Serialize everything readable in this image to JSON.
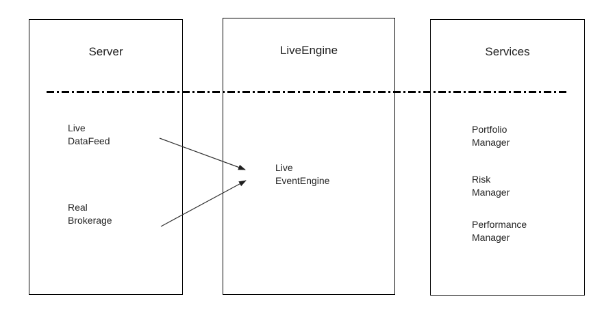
{
  "colors": {
    "background": "#ffffff",
    "box_border": "#000000",
    "divider": "#000000",
    "arrow": "#303030",
    "text": "#1f1f1f"
  },
  "diagram": {
    "columns": [
      {
        "id": "server",
        "title": "Server",
        "items": [
          {
            "lines": [
              "Live",
              "DataFeed"
            ]
          },
          {
            "lines": [
              "Real",
              "Brokerage"
            ]
          }
        ]
      },
      {
        "id": "live-engine",
        "title": "LiveEngine",
        "items": [
          {
            "lines": [
              "Live",
              "EventEngine"
            ]
          }
        ]
      },
      {
        "id": "services",
        "title": "Services",
        "items": [
          {
            "lines": [
              "Portfolio",
              "Manager"
            ]
          },
          {
            "lines": [
              "Risk",
              "Manager"
            ]
          },
          {
            "lines": [
              "Performance",
              "Manager"
            ]
          }
        ]
      }
    ],
    "connections": [
      {
        "from": "Live DataFeed",
        "to": "Live EventEngine"
      },
      {
        "from": "Real Brokerage",
        "to": "Live EventEngine"
      }
    ],
    "divider_style": "dash-dot"
  }
}
